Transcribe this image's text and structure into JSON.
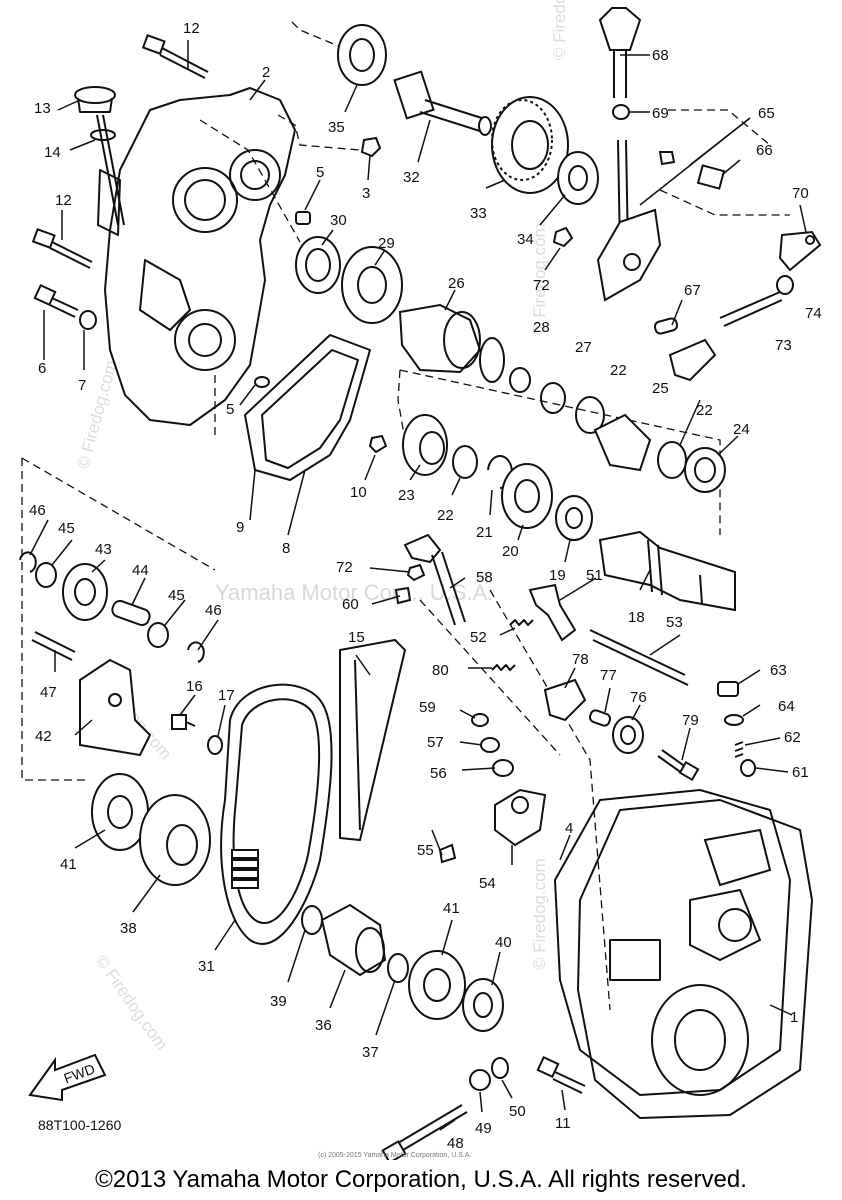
{
  "figure": {
    "code": "88T100-1260",
    "arrow_label": "FWD",
    "source_line": "(c) 2005-2015 Yamaha Motor Corporation, U.S.A.",
    "watermark_main": "Yamaha Motor Corp., U.S.A.",
    "watermark_firedog": "© Firedog.com"
  },
  "callouts": [
    "1",
    "2",
    "3",
    "4",
    "5",
    "5",
    "6",
    "7",
    "8",
    "9",
    "10",
    "11",
    "12",
    "12",
    "13",
    "14",
    "15",
    "16",
    "17",
    "18",
    "19",
    "20",
    "21",
    "22",
    "22",
    "22",
    "23",
    "24",
    "25",
    "26",
    "27",
    "28",
    "29",
    "30",
    "31",
    "32",
    "33",
    "34",
    "35",
    "36",
    "37",
    "38",
    "39",
    "40",
    "41",
    "41",
    "42",
    "43",
    "44",
    "45",
    "45",
    "46",
    "46",
    "47",
    "48",
    "49",
    "50",
    "51",
    "52",
    "53",
    "54",
    "55",
    "56",
    "57",
    "58",
    "59",
    "60",
    "61",
    "62",
    "63",
    "64",
    "65",
    "66",
    "67",
    "68",
    "69",
    "70",
    "72",
    "72",
    "73",
    "74",
    "76",
    "77",
    "78",
    "79",
    "80"
  ],
  "footer": {
    "copyright": "©2013 Yamaha Motor Corporation, U.S.A. All rights reserved."
  }
}
